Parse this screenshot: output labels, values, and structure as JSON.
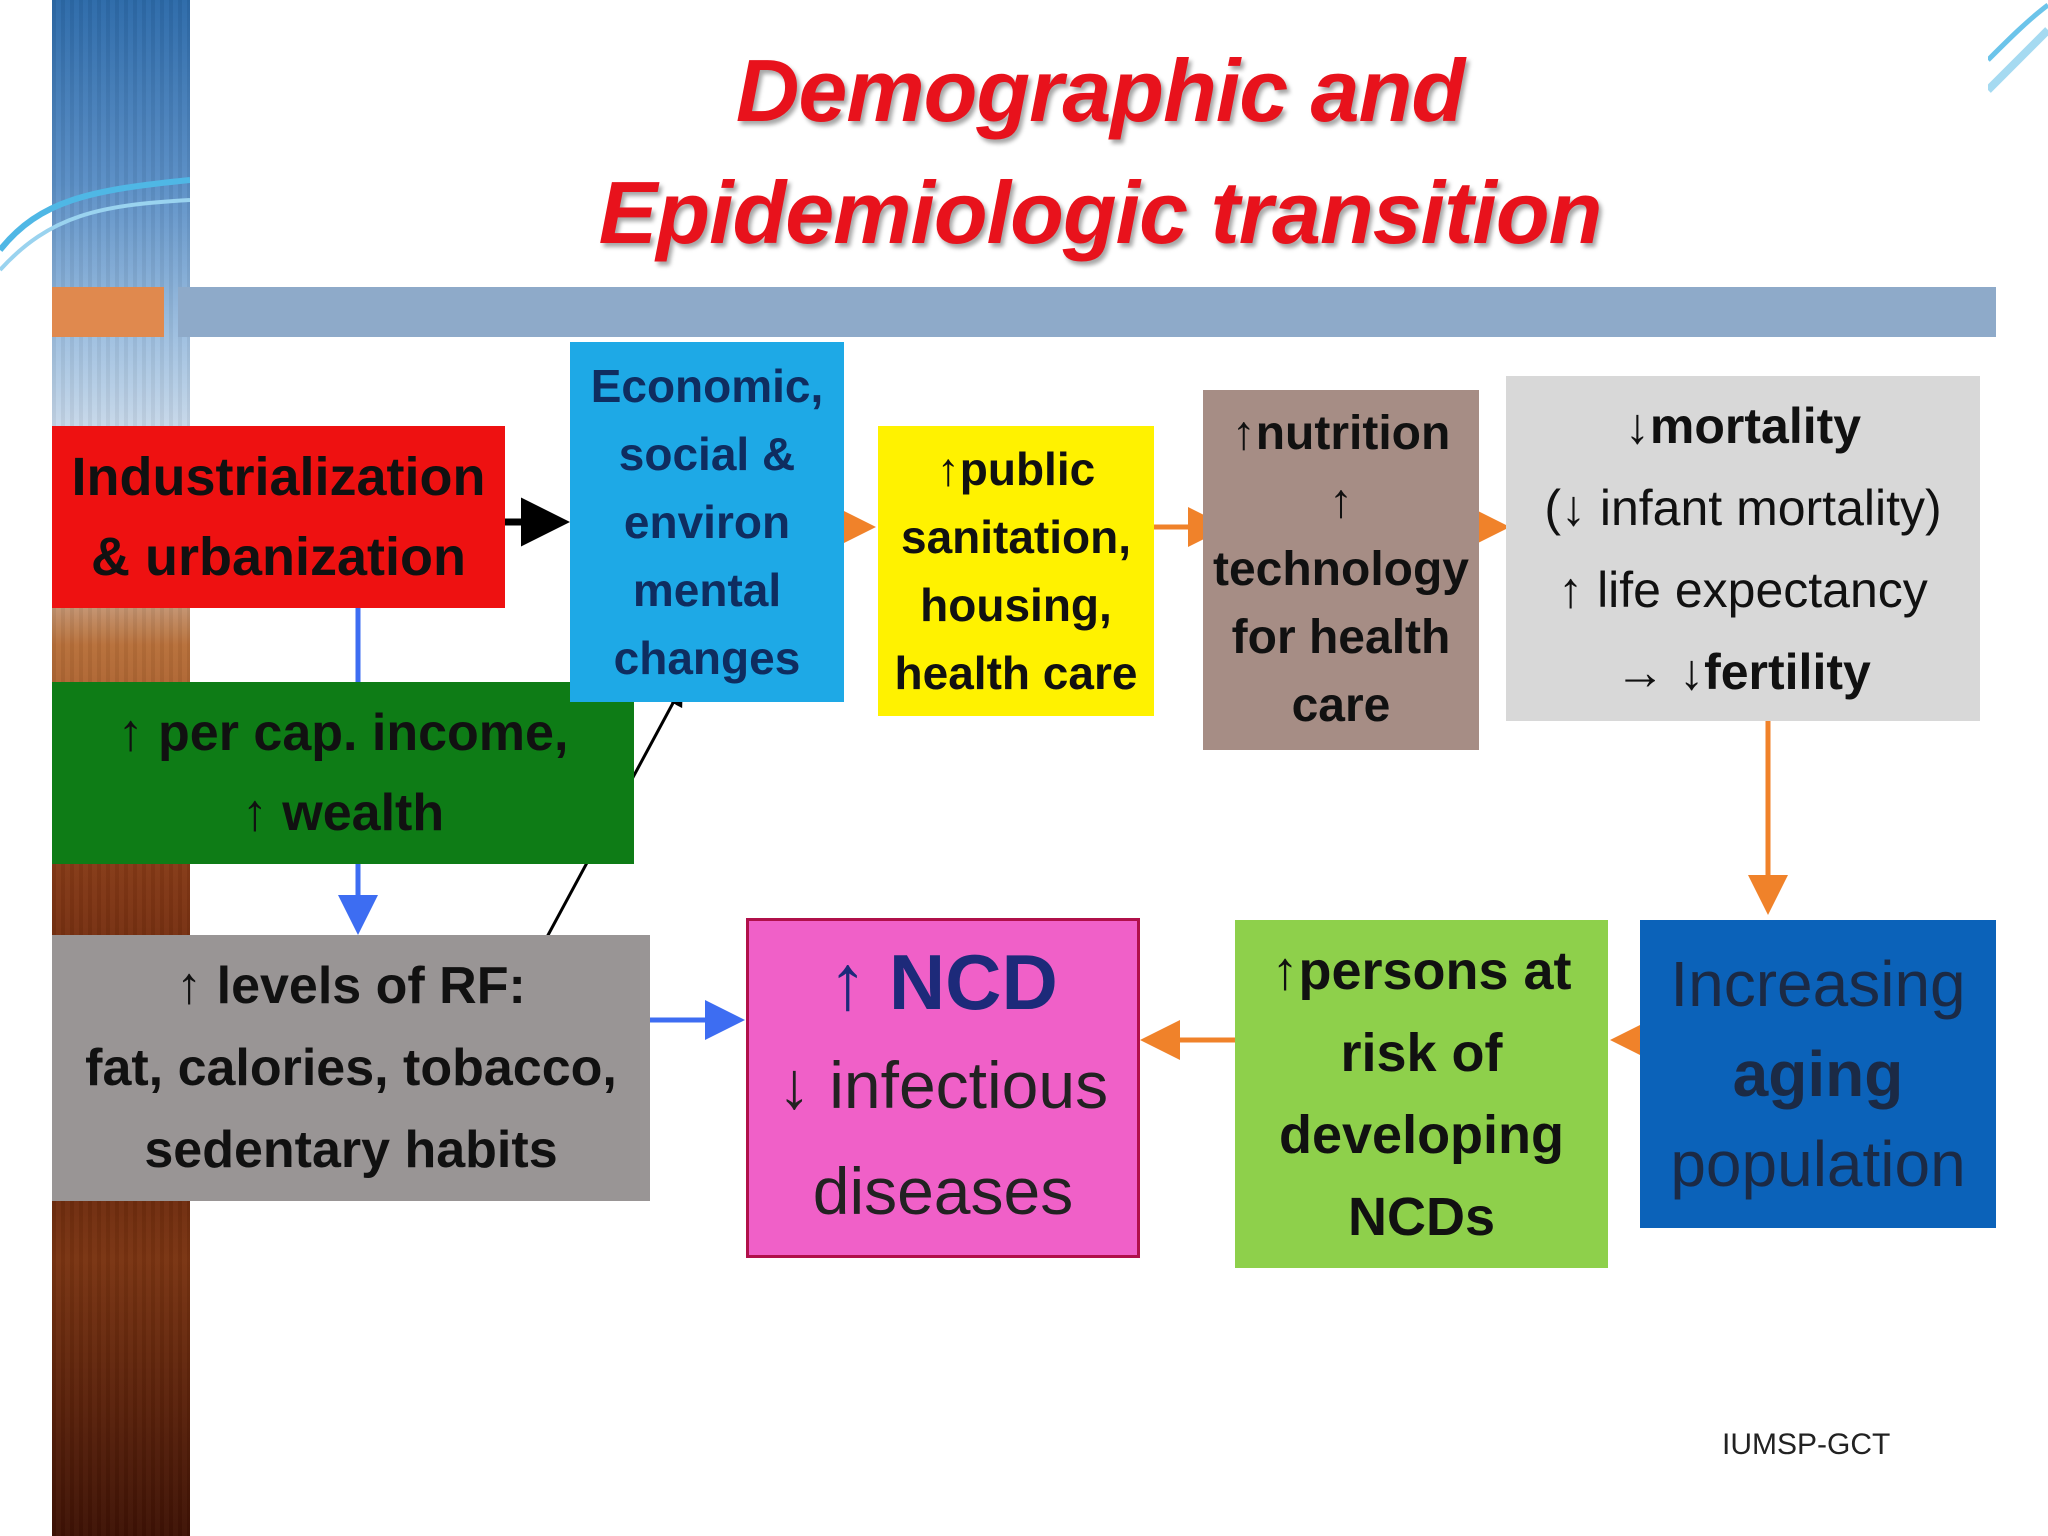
{
  "title": {
    "line1": "Demographic and",
    "line2": "Epidemiologic transition"
  },
  "colors": {
    "title": "#e8121c",
    "arrow_orange": "#f0822a",
    "arrow_blue": "#3d6df2",
    "arrow_black": "#000000"
  },
  "boxes": {
    "industrialization": {
      "line1": "Industrialization",
      "line2": "&  urbanization",
      "color": "#ee1111"
    },
    "economic": {
      "line1": "Economic,",
      "line2": "social &",
      "line3": "environ",
      "line4": "mental",
      "line5": "changes",
      "color": "#1ea9e6"
    },
    "public": {
      "line1": "↑public",
      "line2": "sanitation,",
      "line3": "housing,",
      "line4": "health care",
      "color": "#fff200"
    },
    "nutrition": {
      "line1": "↑nutrition",
      "line2": "↑",
      "line3": "technology",
      "line4": "for health",
      "line5": "care",
      "color": "#a68d85"
    },
    "mortality": {
      "line1": "↓mortality",
      "line2": "(↓ infant mortality)",
      "line3": "↑ life expectancy",
      "line4_prefix": "→ ",
      "line4_bold": "↓fertility",
      "color": "#d8d8d8"
    },
    "income": {
      "line1": "↑ per cap. income,",
      "line2": "↑ wealth",
      "color": "#0e7c16"
    },
    "risk_factors": {
      "line1": "↑ levels of RF:",
      "line2": "fat, calories, tobacco,",
      "line3": "sedentary habits",
      "color": "#999595"
    },
    "ncd": {
      "line1": "↑ NCD",
      "line2": "↓ infectious",
      "line3": "diseases",
      "color": "#f060c8"
    },
    "persons_risk": {
      "line1": "↑persons at",
      "line2": "risk of",
      "line3": "developing",
      "line4": "NCDs",
      "color": "#8ed04b"
    },
    "aging": {
      "line1": "Increasing",
      "line2": "aging",
      "line3": "population",
      "color": "#0b62b9"
    }
  },
  "footer": "IUMSP-GCT"
}
